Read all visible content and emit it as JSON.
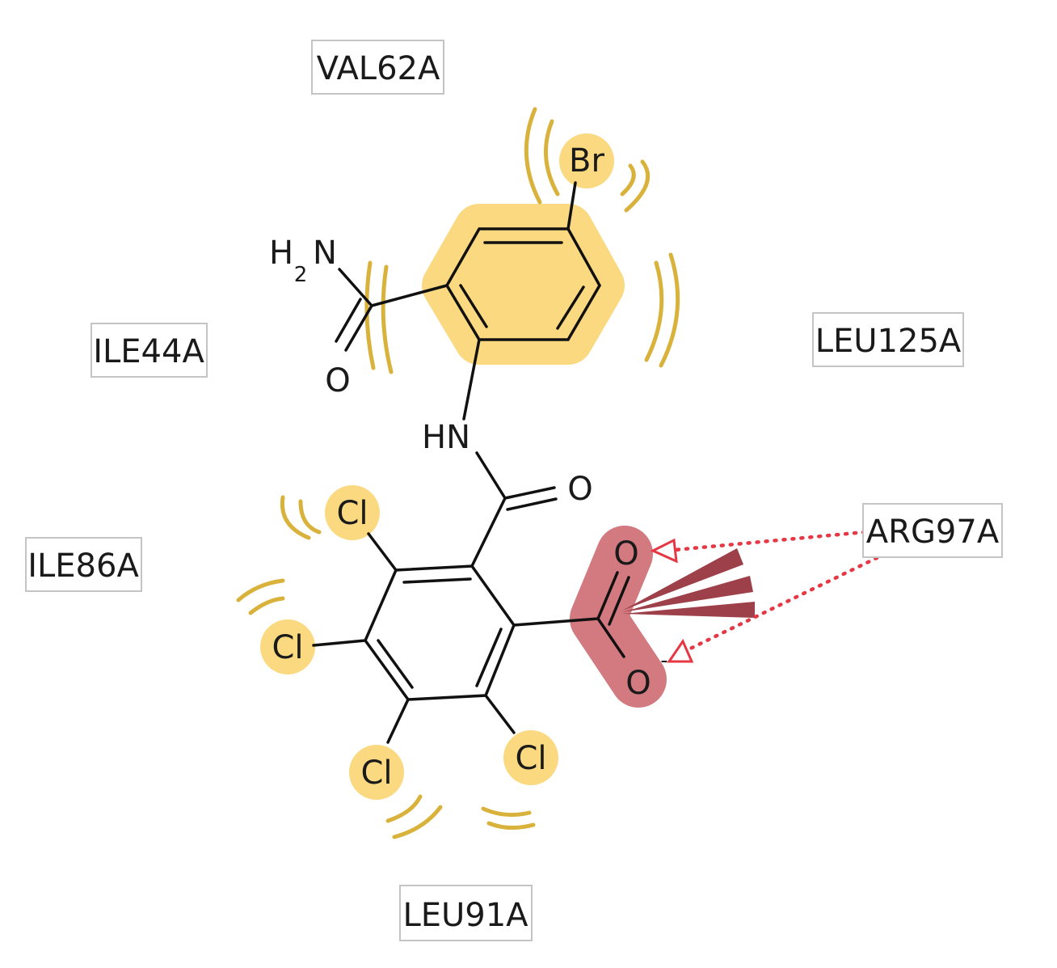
{
  "residues": [
    {
      "id": "val62",
      "label": "VAL62A"
    },
    {
      "id": "ile44",
      "label": "ILE44A"
    },
    {
      "id": "leu125",
      "label": "LEU125A"
    },
    {
      "id": "arg97",
      "label": "ARG97A"
    },
    {
      "id": "ile86",
      "label": "ILE86A"
    },
    {
      "id": "leu91",
      "label": "LEU91A"
    }
  ],
  "atoms": {
    "br": "Br",
    "nh2_h": "H",
    "nh2_sub": "2",
    "nh2_n": "N",
    "amide_o": "O",
    "hn": "HN",
    "carbonyl_o": "O",
    "carboxyl_o1": "O",
    "carboxyl_o2": "O",
    "charge": "-",
    "cl1": "Cl",
    "cl2": "Cl",
    "cl3": "Cl",
    "cl4": "Cl"
  },
  "colors": {
    "hydrophobic": "#d9b23c",
    "hydrophobic_highlight": "#fbd980",
    "acidic_highlight": "#d27a80",
    "hbond": "#e53844",
    "salt_bridge": "#9e4049"
  }
}
